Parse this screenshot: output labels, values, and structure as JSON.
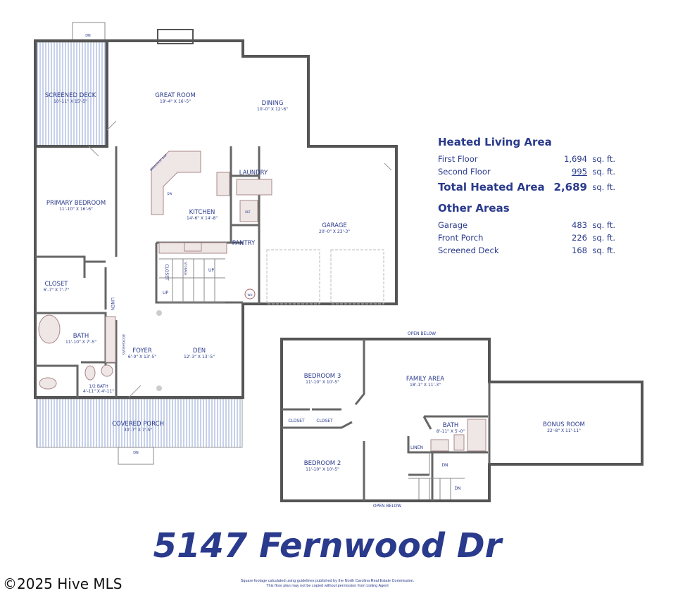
{
  "first_floor": {
    "rooms": [
      {
        "name": "SCREENED DECK",
        "dims": "10'-11\" X 15'-5\""
      },
      {
        "name": "GREAT ROOM",
        "dims": "19'-4\" X 16'-5\""
      },
      {
        "name": "DINING",
        "dims": "10'-0\" X 12'-6\""
      },
      {
        "name": "PRIMARY BEDROOM",
        "dims": "11'-10\" X 16'-6\""
      },
      {
        "name": "KITCHEN",
        "dims": "14'-6\" X 14'-8\""
      },
      {
        "name": "GARAGE",
        "dims": "20'-0\" X 23'-3\""
      },
      {
        "name": "CLOSET",
        "dims": "6'-7\" X 7'-7\""
      },
      {
        "name": "BATH",
        "dims": "11'-10\" X 7'-5\""
      },
      {
        "name": "FOYER",
        "dims": "6'-0\" X 13'-5\""
      },
      {
        "name": "DEN",
        "dims": "12'-3\" X 13'-5\""
      },
      {
        "name": "1/2 BATH",
        "dims": "4'-11\" X 4'-11\""
      },
      {
        "name": "COVERED PORCH",
        "dims": "30'-7\" X 7'-5\""
      }
    ],
    "labels": {
      "laundry": "LAUNDRY",
      "pantry": "PANTRY",
      "closet": "CLOSET",
      "storage": "STORAGE",
      "linen": "LINEN",
      "up1": "UP",
      "up2": "UP",
      "dn_top": "DN",
      "dn_bottom": "DN",
      "wh": "WH",
      "ref": "REF",
      "dw": "DW",
      "bookshelves": "BOOKSHELVES",
      "breakfast_bar": "BREAKFAST BAR"
    }
  },
  "second_floor": {
    "rooms": [
      {
        "name": "BEDROOM 3",
        "dims": "11'-10\" X 10'-5\""
      },
      {
        "name": "FAMILY AREA",
        "dims": "18'-1\" X 11'-3\""
      },
      {
        "name": "BONUS ROOM",
        "dims": "22'-8\" X 11'-11\""
      },
      {
        "name": "BATH",
        "dims": "8'-11\" X 5'-0\""
      },
      {
        "name": "BEDROOM 2",
        "dims": "11'-10\" X 10'-5\""
      }
    ],
    "labels": {
      "closet1": "CLOSET",
      "closet2": "CLOSET",
      "linen": "LINEN",
      "dn1": "DN",
      "dn2": "DN",
      "open_below_top": "OPEN BELOW",
      "open_below_bottom": "OPEN BELOW"
    }
  },
  "areas": {
    "heated_title": "Heated Living Area",
    "heated": [
      {
        "label": "First Floor",
        "value": "1,694",
        "unit": "sq. ft."
      },
      {
        "label": "Second Floor",
        "value": "995",
        "unit": "sq. ft."
      }
    ],
    "total": {
      "label": "Total Heated Area",
      "value": "2,689",
      "unit": "sq. ft."
    },
    "other_title": "Other Areas",
    "other": [
      {
        "label": "Garage",
        "value": "483",
        "unit": "sq. ft."
      },
      {
        "label": "Front Porch",
        "value": "226",
        "unit": "sq. ft."
      },
      {
        "label": "Screened Deck",
        "value": "168",
        "unit": "sq. ft."
      }
    ]
  },
  "address": "5147 Fernwood Dr",
  "watermark": "©2025 Hive MLS",
  "disclaimer": [
    "Square footage calculated using guidelines published by the North Carolina Real Estate Commission.",
    "This floor plan may not be copied without permission from Listing Agent"
  ],
  "colors": {
    "label_blue": "#2a3a8c",
    "wall": "#555555",
    "hatch": "#8fa3d6"
  }
}
